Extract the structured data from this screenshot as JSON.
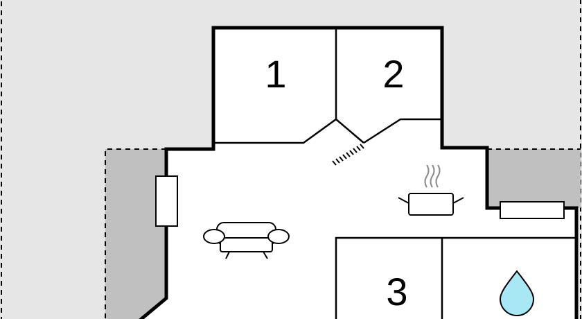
{
  "floor_plan": {
    "rooms": [
      {
        "label": "1"
      },
      {
        "label": "2"
      },
      {
        "label": "3"
      }
    ],
    "icons": [
      "sofa-icon",
      "stove-pot-icon",
      "water-drop-icon",
      "stairs-icon",
      "window-icon"
    ],
    "colors": {
      "background": "#e6e6e6",
      "terrace": "#c0c0c0",
      "interior": "#ffffff",
      "wall": "#000000",
      "water": "#a8e8f4"
    }
  }
}
